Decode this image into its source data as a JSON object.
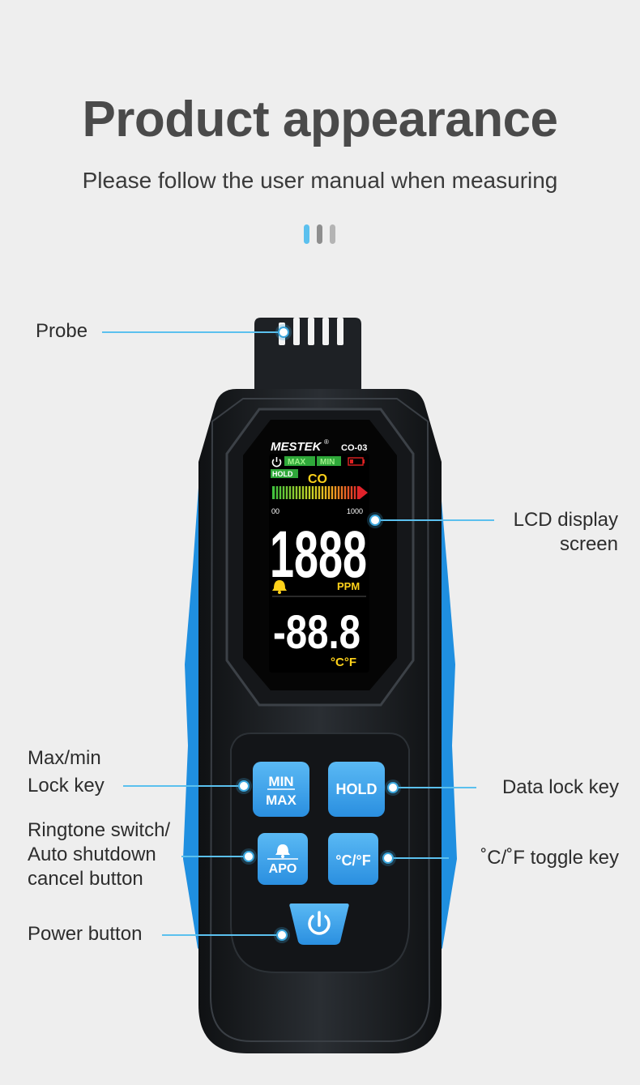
{
  "header": {
    "title": "Product appearance",
    "subtitle": "Please follow the user manual when measuring"
  },
  "labels": {
    "probe": "Probe",
    "lcd_line1": "LCD display",
    "lcd_line2": "screen",
    "maxmin_line1": "Max/min",
    "maxmin_line2": "Lock key",
    "ringtone_line1": "Ringtone switch/",
    "ringtone_line2": "Auto shutdown",
    "ringtone_line3": "cancel button",
    "power": "Power button",
    "data_lock": "Data lock key",
    "toggle": "˚C/˚F toggle key"
  },
  "device": {
    "brand": "MESTEK",
    "brand_mark": "®",
    "model": "CO-03",
    "lcd": {
      "max": "MAX",
      "min": "MIN",
      "hold": "HOLD",
      "gas": "CO",
      "scale_min": "00",
      "scale_max": "1000",
      "reading": "1888",
      "unit": "PPM",
      "temp": "-88.8",
      "temp_unit": "°C°F"
    },
    "buttons": {
      "min": "MIN",
      "max": "MAX",
      "hold": "HOLD",
      "apo": "APO",
      "cf": "°C/°F"
    }
  },
  "colors": {
    "accent": "#5bc0ee",
    "button_blue": "#2f9be6",
    "device_body": "#1c1f23",
    "side_blue": "#1f8fe0"
  }
}
